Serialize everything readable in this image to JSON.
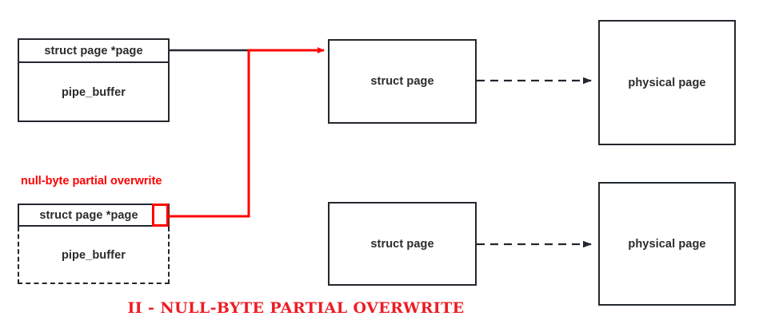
{
  "diagram": {
    "caption": "II - NULL-BYTE PARTIAL OVERWRITE",
    "caption_color": "#ee1c25",
    "accent_color": "#ff0000",
    "stroke_color": "#23272e",
    "annotation": {
      "label": "null-byte partial overwrite",
      "color": "#ff0000"
    },
    "nodes": {
      "pipe_buffer_top": {
        "header": "struct page *page",
        "body": "pipe_buffer",
        "style": "solid"
      },
      "pipe_buffer_bottom": {
        "header": "struct page *page",
        "body": "pipe_buffer",
        "style": "dashed-body"
      },
      "struct_page_top": {
        "label": "struct page"
      },
      "struct_page_bottom": {
        "label": "struct page"
      },
      "physical_page_top": {
        "label": "physical page"
      },
      "physical_page_bottom": {
        "label": "physical page"
      }
    },
    "edges": {
      "top_pointer": {
        "style": "solid-black-then-red",
        "kind": "pointer"
      },
      "corrupted_pointer": {
        "style": "solid-red",
        "kind": "pointer"
      },
      "top_mapping": {
        "style": "dashed",
        "kind": "mapping"
      },
      "bottom_mapping": {
        "style": "dashed",
        "kind": "mapping"
      }
    }
  }
}
